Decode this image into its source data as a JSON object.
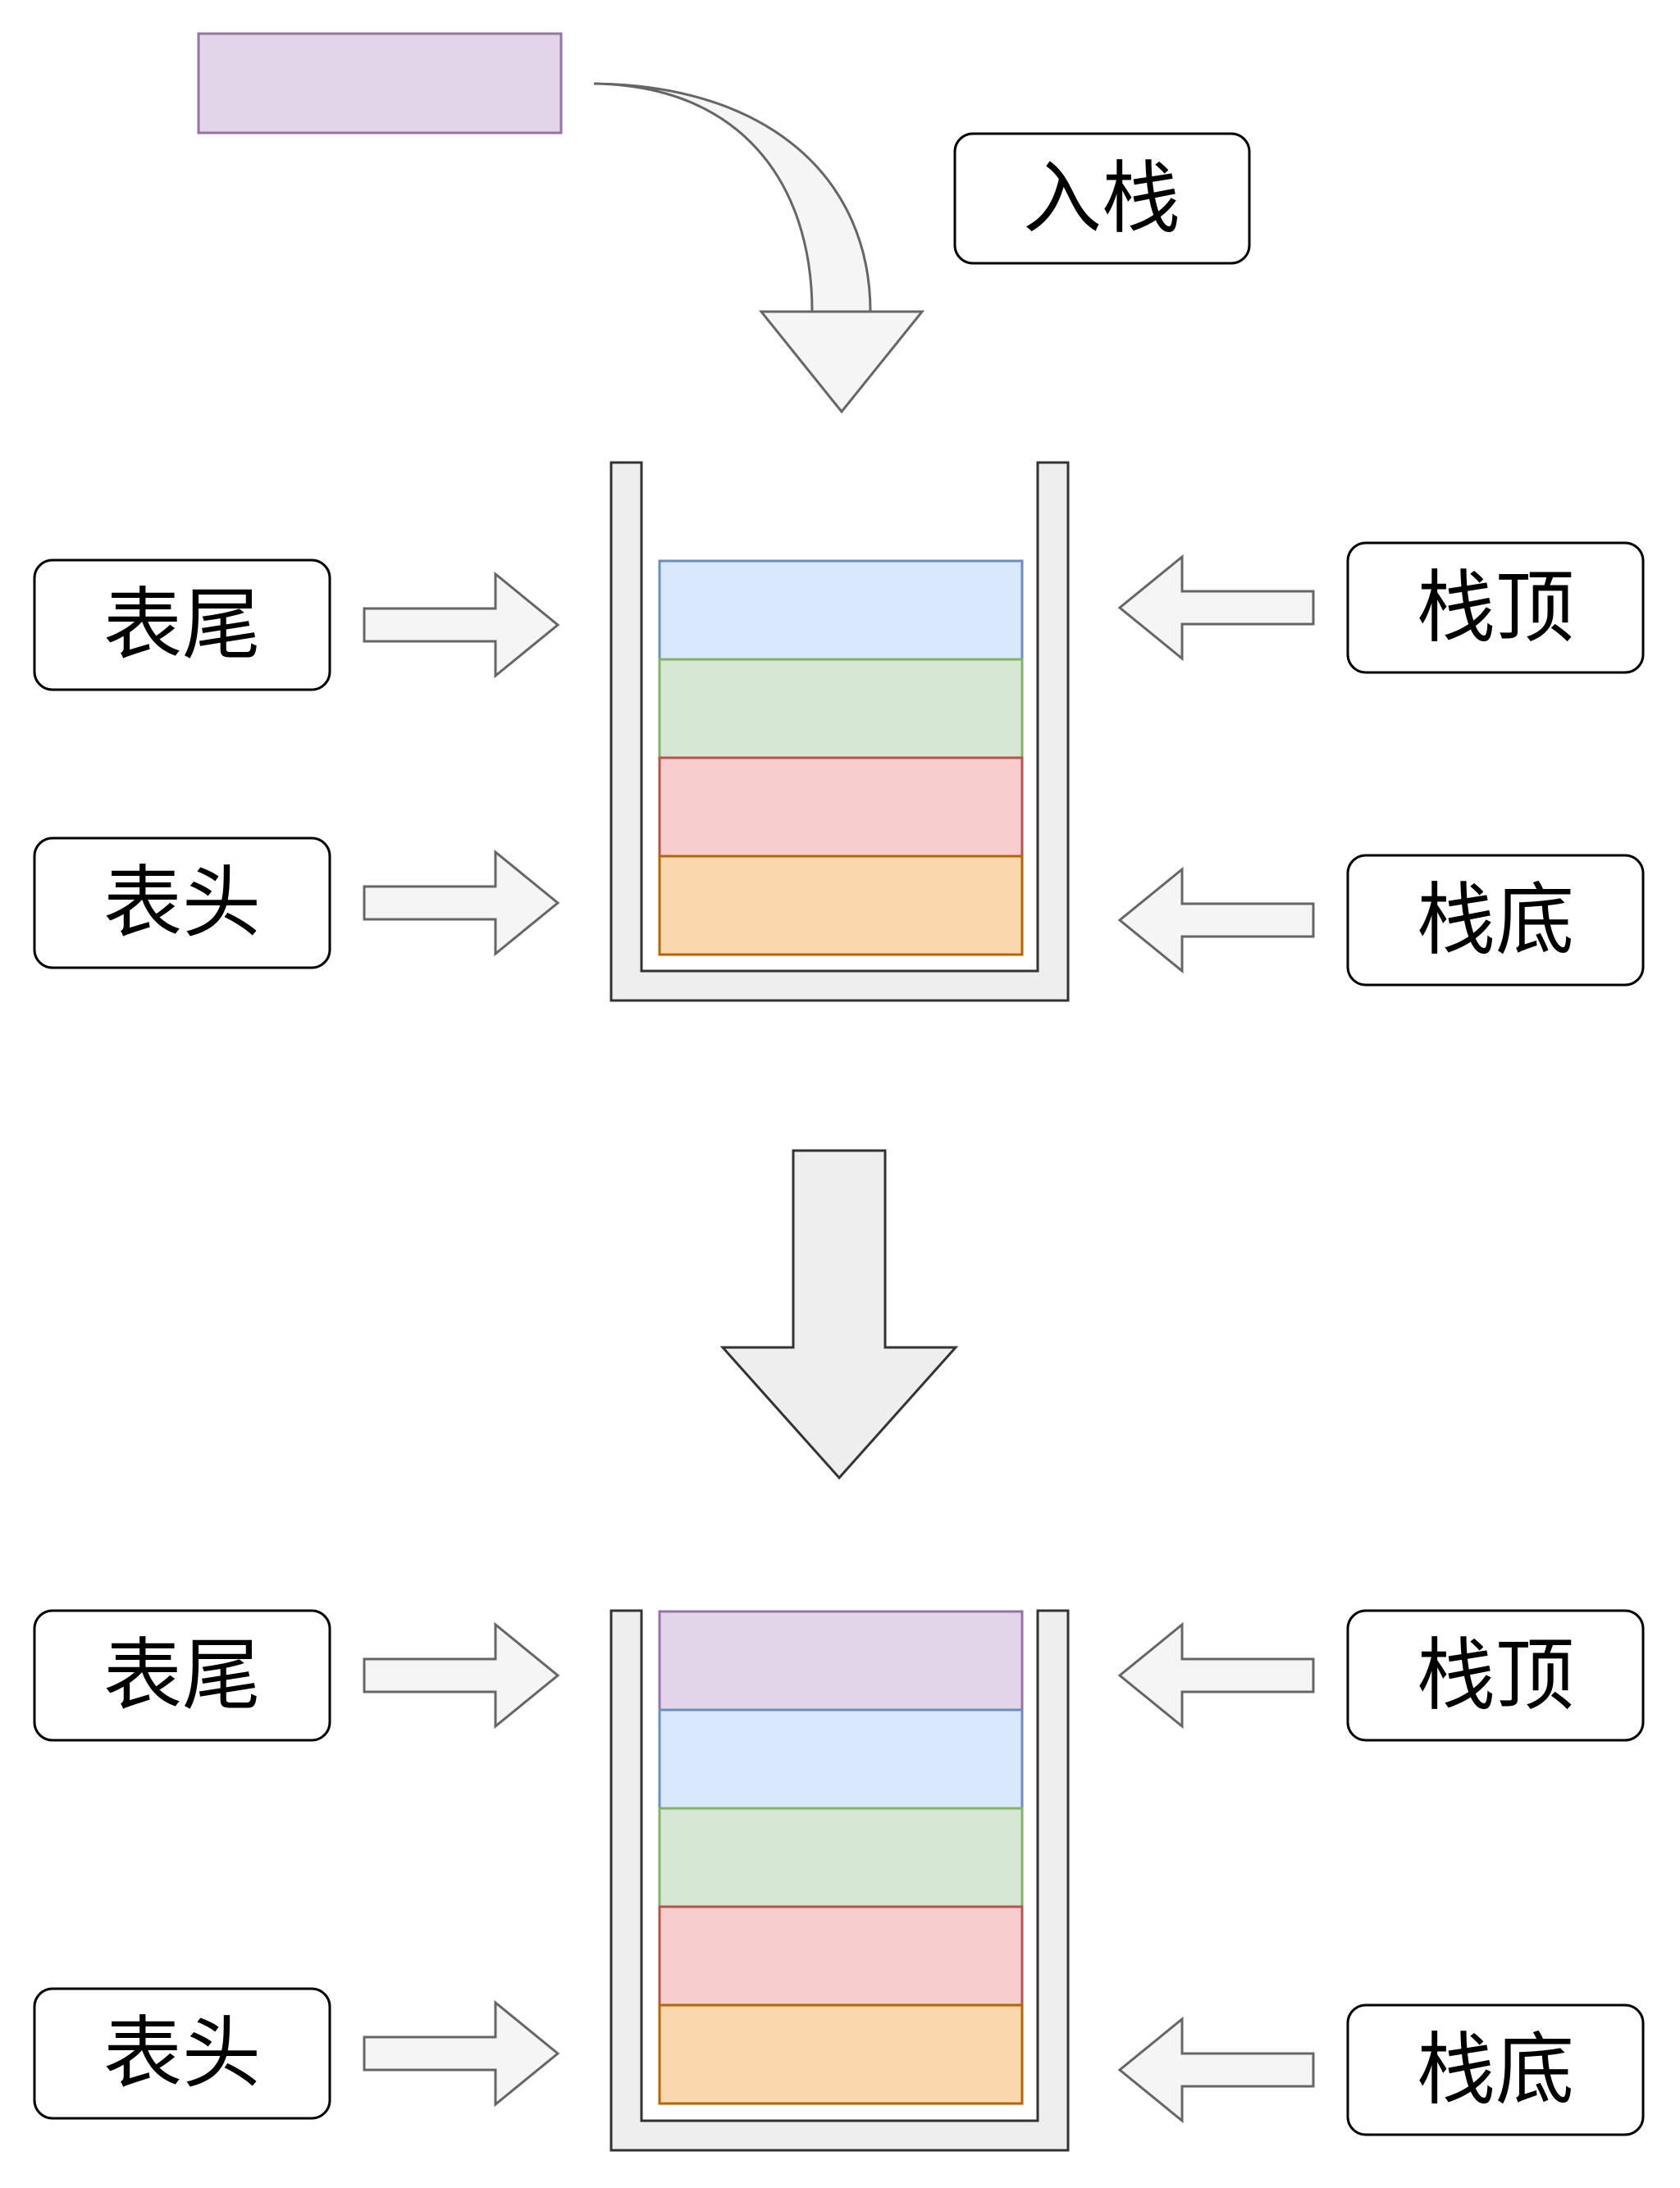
{
  "incoming_block": {
    "color": "#e1d5e7",
    "stroke": "#9673a6"
  },
  "push_label": "入栈",
  "before": {
    "labels": {
      "tail": "表尾",
      "head": "表头",
      "top": "栈顶",
      "bottom": "栈底"
    },
    "blocks": [
      {
        "color": "#dae8fc",
        "stroke": "#6c8ebf"
      },
      {
        "color": "#d5e8d4",
        "stroke": "#82b366"
      },
      {
        "color": "#f8cecc",
        "stroke": "#b85450"
      },
      {
        "color": "#fad7ac",
        "stroke": "#b46504"
      }
    ]
  },
  "after": {
    "labels": {
      "tail": "表尾",
      "head": "表头",
      "top": "栈顶",
      "bottom": "栈底"
    },
    "blocks": [
      {
        "color": "#e1d5e7",
        "stroke": "#9673a6"
      },
      {
        "color": "#dae8fc",
        "stroke": "#6c8ebf"
      },
      {
        "color": "#d5e8d4",
        "stroke": "#82b366"
      },
      {
        "color": "#f8cecc",
        "stroke": "#b85450"
      },
      {
        "color": "#fad7ac",
        "stroke": "#b46504"
      }
    ]
  },
  "arrow_color": {
    "fill": "#f5f5f5",
    "stroke": "#666666"
  },
  "container_color": {
    "fill": "#eeeeee",
    "stroke": "#333333"
  }
}
